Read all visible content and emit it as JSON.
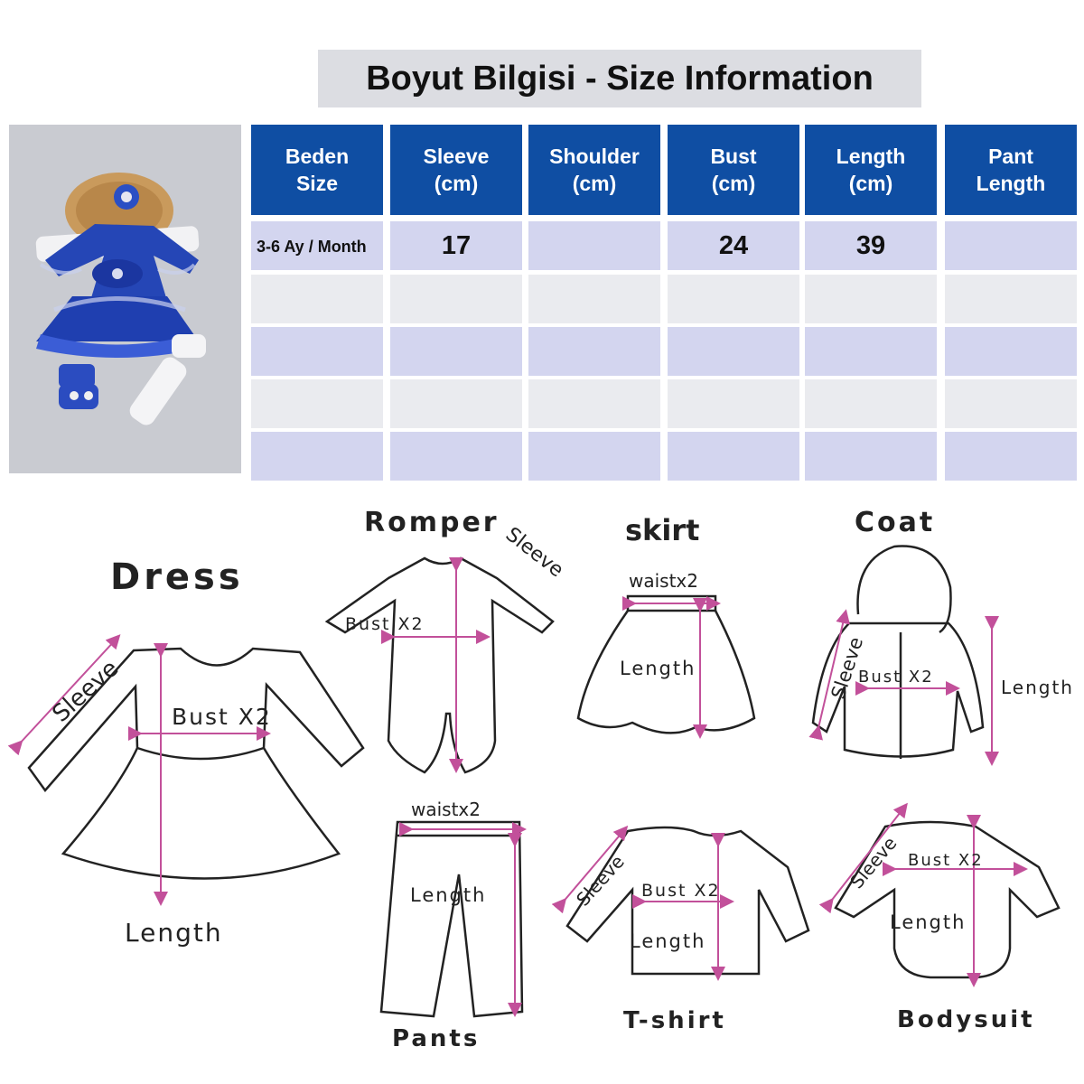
{
  "title": "Boyut Bilgisi - Size Information",
  "table": {
    "headers": [
      "Beden\nSize",
      "Sleeve\n(cm)",
      "Shoulder\n(cm)",
      "Bust\n(cm)",
      "Length\n(cm)",
      "Pant\nLength"
    ],
    "rows": [
      [
        "3-6 Ay / Month",
        "17",
        "",
        "24",
        "39",
        ""
      ],
      [
        "",
        "",
        "",
        "",
        "",
        ""
      ],
      [
        "",
        "",
        "",
        "",
        "",
        ""
      ],
      [
        "",
        "",
        "",
        "",
        "",
        ""
      ],
      [
        "",
        "",
        "",
        "",
        "",
        ""
      ]
    ]
  },
  "diagrams": {
    "dress": {
      "title": "Dress",
      "sleeve": "Sleeve",
      "bust": "Bust X2",
      "length": "Length"
    },
    "romper": {
      "title": "Romper",
      "sleeve": "Sleeve",
      "bust": "Bust X2"
    },
    "skirt": {
      "title": "skirt",
      "waist": "waistx2",
      "length": "Length"
    },
    "coat": {
      "title": "Coat",
      "sleeve": "Sleeve",
      "bust": "Bust X2",
      "length": "Length"
    },
    "pants": {
      "title": "Pants",
      "waist": "waistx2",
      "length": "Length"
    },
    "tshirt": {
      "title": "T-shirt",
      "sleeve": "Sleeve",
      "bust": "Bust X2",
      "length": "Length"
    },
    "bodysuit": {
      "title": "Bodysuit",
      "sleeve": "Sleeve",
      "bust": "Bust X2",
      "length": "Length"
    }
  },
  "colors": {
    "header": "#0f4ea3",
    "row_a": "#d3d5ef",
    "row_b": "#eaebef",
    "title_bg": "#dcdde2",
    "measure": "#c2509a"
  }
}
